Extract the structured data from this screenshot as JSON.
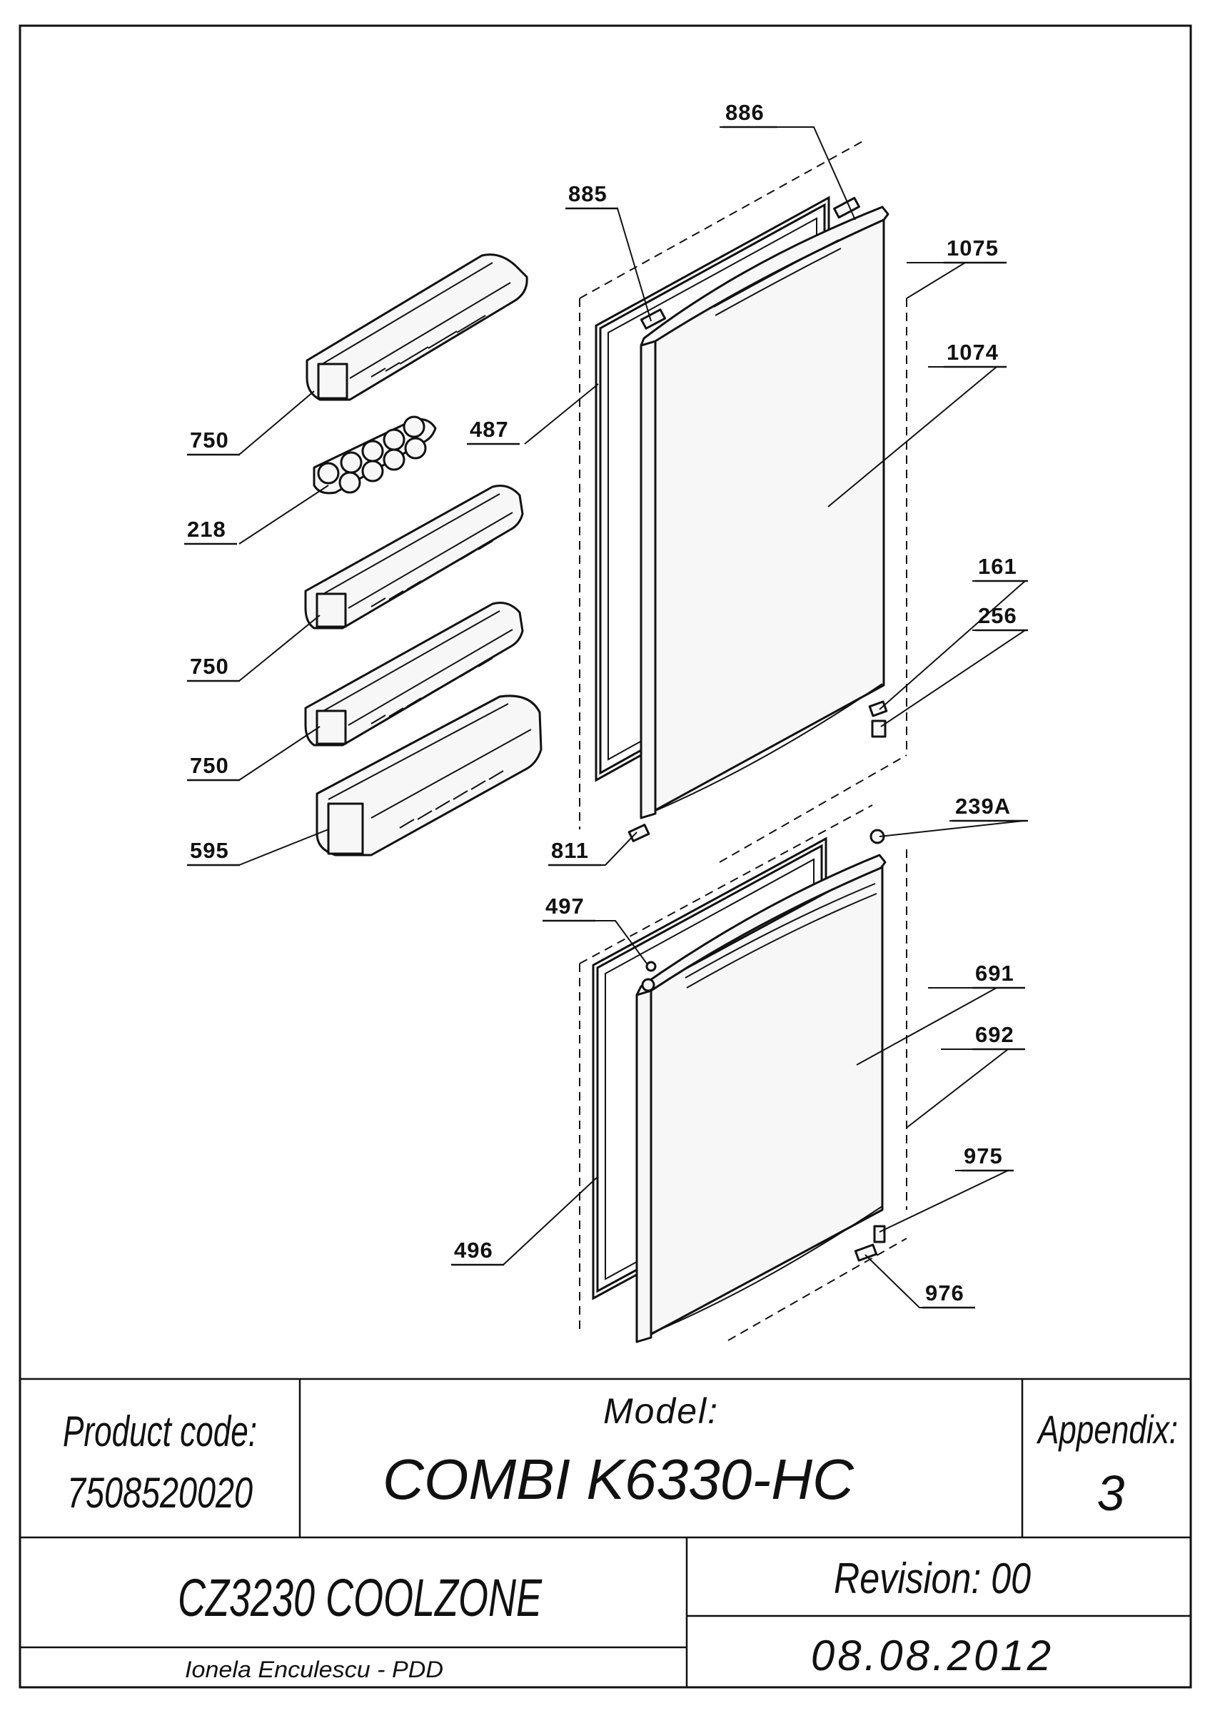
{
  "parts": [
    {
      "id": "886"
    },
    {
      "id": "885"
    },
    {
      "id": "1075"
    },
    {
      "id": "1074"
    },
    {
      "id": "487"
    },
    {
      "id": "750"
    },
    {
      "id": "218"
    },
    {
      "id": "750"
    },
    {
      "id": "750"
    },
    {
      "id": "595"
    },
    {
      "id": "161"
    },
    {
      "id": "256"
    },
    {
      "id": "239A"
    },
    {
      "id": "811"
    },
    {
      "id": "497"
    },
    {
      "id": "691"
    },
    {
      "id": "692"
    },
    {
      "id": "975"
    },
    {
      "id": "496"
    },
    {
      "id": "976"
    }
  ],
  "title_block": {
    "product_code_label": "Product code:",
    "product_code": "7508520020",
    "model_label": "Model:",
    "model": "COMBI K6330-HC",
    "appendix_label": "Appendix:",
    "appendix": "3",
    "product_name": "CZ3230 COOLZONE",
    "revision": "Revision: 00",
    "author": "Ionela Enculescu - PDD",
    "date": "08.08.2012"
  }
}
